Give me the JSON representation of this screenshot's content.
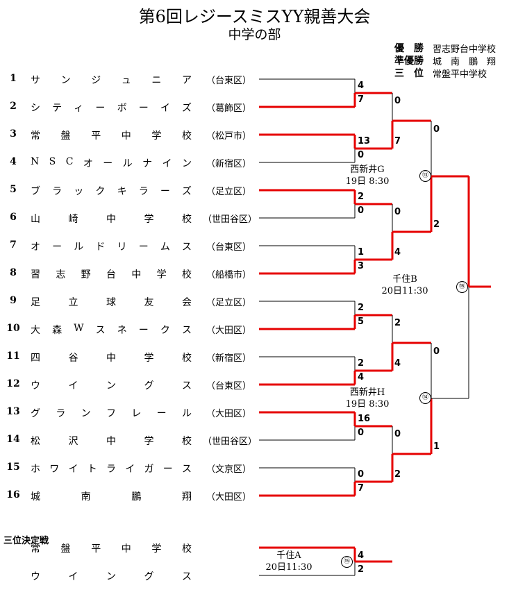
{
  "title": "第6回レジースミスYY親善大会",
  "subtitle": "中学の部",
  "results": [
    {
      "label": "優　勝",
      "value": "習志野台中学校"
    },
    {
      "label": "準優勝",
      "value": "城　南　鵬　翔"
    },
    {
      "label": "三　位",
      "value": "常盤平中学校"
    }
  ],
  "teams": [
    {
      "no": "1",
      "name": "サンジュニア",
      "ward": "（台東区）"
    },
    {
      "no": "2",
      "name": "シティーボーイズ",
      "ward": "（葛飾区）"
    },
    {
      "no": "3",
      "name": "常盤平中学校",
      "ward": "（松戸市）"
    },
    {
      "no": "4",
      "name": "NSC オールナイン",
      "ward": "（新宿区）"
    },
    {
      "no": "5",
      "name": "ブラックキラーズ",
      "ward": "（足立区）"
    },
    {
      "no": "6",
      "name": "山崎中学校",
      "ward": "（世田谷区）"
    },
    {
      "no": "7",
      "name": "オールドリームス",
      "ward": "（台東区）"
    },
    {
      "no": "8",
      "name": "習志野台中学校",
      "ward": "（船橋市）"
    },
    {
      "no": "9",
      "name": "足立球友会",
      "ward": "（足立区）"
    },
    {
      "no": "10",
      "name": "大森Wスネークス",
      "ward": "（大田区）"
    },
    {
      "no": "11",
      "name": "四谷中学校",
      "ward": "（新宿区）"
    },
    {
      "no": "12",
      "name": "ウイングス",
      "ward": "（台東区）"
    },
    {
      "no": "13",
      "name": "グランフレール",
      "ward": "（大田区）"
    },
    {
      "no": "14",
      "name": "松沢中学校",
      "ward": "（世田谷区）"
    },
    {
      "no": "15",
      "name": "ホワイトライガース",
      "ward": "（文京区）"
    },
    {
      "no": "16",
      "name": "城南鵬翔",
      "ward": "（大田区）"
    }
  ],
  "round1_scores": [
    "4",
    "7",
    "13",
    "0",
    "2",
    "0",
    "1",
    "3",
    "2",
    "5",
    "2",
    "4",
    "16",
    "0",
    "0",
    "7"
  ],
  "round2_scores": [
    "0",
    "7",
    "0",
    "4",
    "2",
    "4",
    "0",
    "2"
  ],
  "semifinal_scores": [
    "0",
    "2",
    "0",
    "1"
  ],
  "final_winner_row": 0,
  "venues": [
    {
      "name": "西新井G",
      "time": "19日 8:30"
    },
    {
      "name": "千住B",
      "time": "20日11:30"
    },
    {
      "name": "西新井H",
      "time": "19日 8:30"
    }
  ],
  "game_numbers": [
    "⑬",
    "⑭",
    "⑯",
    "⑮"
  ],
  "third_place": {
    "title": "三位決定戦",
    "teams": [
      "常盤平中学校",
      "ウイングス"
    ],
    "scores": [
      "4",
      "2"
    ],
    "venue": {
      "name": "千住A",
      "time": "20日11:30"
    }
  },
  "colors": {
    "win": "#e60000",
    "line": "#000000"
  }
}
